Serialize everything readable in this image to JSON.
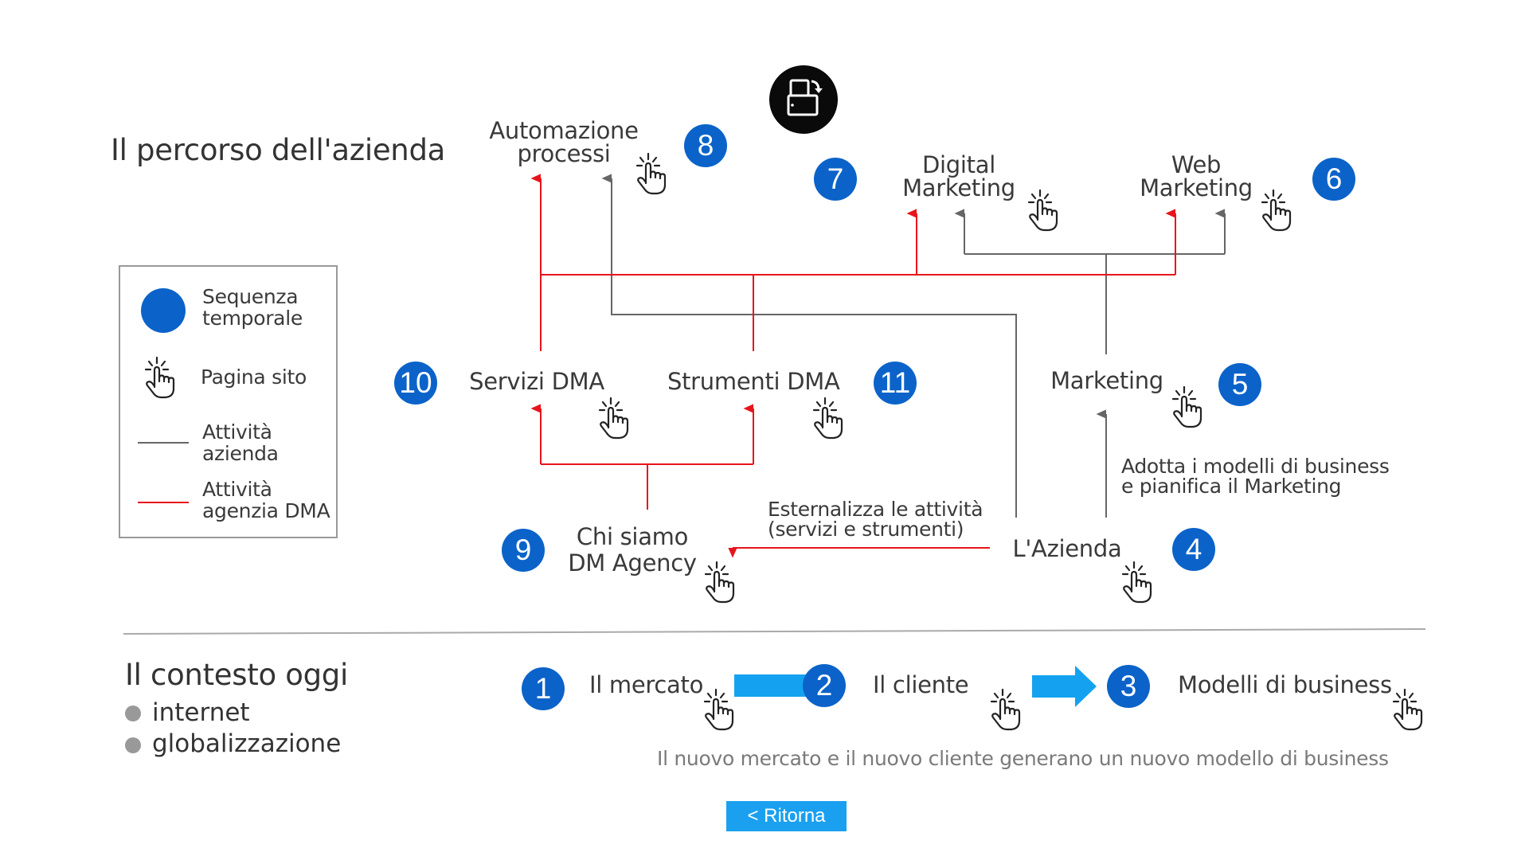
{
  "colors": {
    "badge": "#0b63c9",
    "black_line": "#666666",
    "red_line": "#e8141b",
    "arrow_blue": "#14a2f0",
    "button": "#1aa0ef",
    "rule": "#aaaaaa",
    "bullet": "#999999"
  },
  "page": {
    "title": "Il percorso dell'azienda",
    "rotate_icon": "rotate-device-icon"
  },
  "nodes": {
    "automazione": [
      "Automazione",
      "processi"
    ],
    "digital": [
      "Digital",
      "Marketing"
    ],
    "web": [
      "Web",
      "Marketing"
    ],
    "servizi": "Servizi DMA",
    "strumenti": "Strumenti DMA",
    "marketing": "Marketing",
    "chi_siamo": [
      "Chi siamo",
      "DM Agency"
    ],
    "azienda": "L'Azienda"
  },
  "edge_labels": {
    "adotta": [
      "Adotta i modelli di business",
      "e pianifica il Marketing"
    ],
    "esternalizza": [
      "Esternalizza le attività",
      "(servizi e strumenti)"
    ]
  },
  "badges": [
    "1",
    "2",
    "3",
    "4",
    "5",
    "6",
    "7",
    "8",
    "9",
    "10",
    "11"
  ],
  "legend": {
    "sequence": [
      "Sequenza",
      "temporale"
    ],
    "page": "Pagina sito",
    "company": [
      "Attività",
      "azienda"
    ],
    "agency": [
      "Attività",
      "agenzia DMA"
    ]
  },
  "context": {
    "title": "Il contesto oggi",
    "items": [
      "internet",
      "globalizzazione"
    ],
    "steps": [
      "Il mercato",
      "Il cliente",
      "Modelli di business"
    ],
    "caption": "Il nuovo mercato e il nuovo cliente generano un nuovo modello di business"
  },
  "return_button": "<  Ritorna",
  "icons": {
    "hand": "hand-pointer-icon"
  }
}
